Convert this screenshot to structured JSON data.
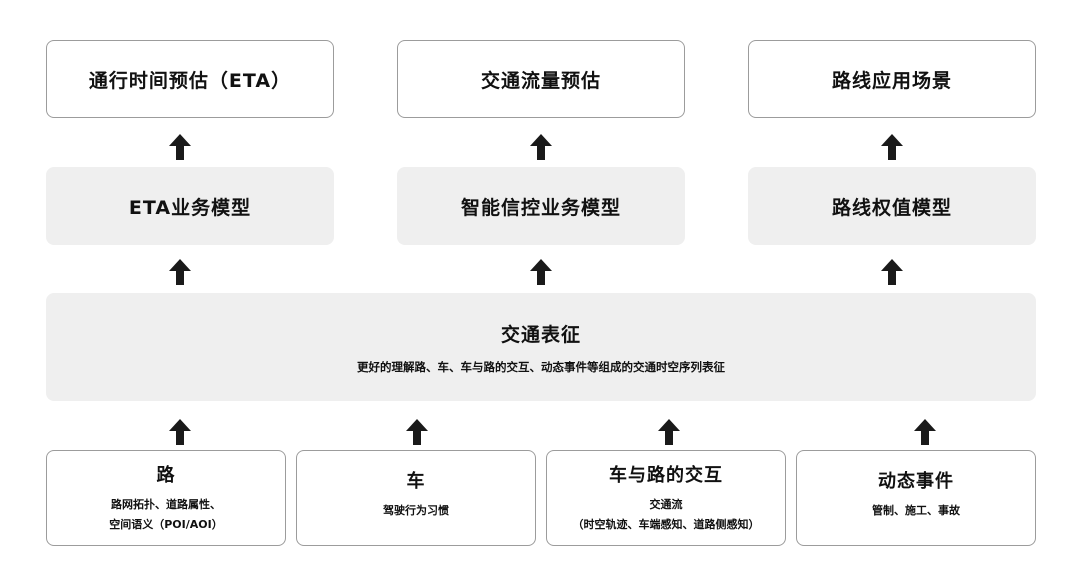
{
  "outputs": [
    {
      "label": "通行时间预估（ETA）"
    },
    {
      "label": "交通流量预估"
    },
    {
      "label": "路线应用场景"
    }
  ],
  "models": [
    {
      "label": "ETA业务模型"
    },
    {
      "label": "智能信控业务模型"
    },
    {
      "label": "路线权值模型"
    }
  ],
  "core": {
    "title": "交通表征",
    "subtitle": "更好的理解路、车、车与路的交互、动态事件等组成的交通时空序列表征"
  },
  "inputs": [
    {
      "title": "路",
      "lines": [
        "路网拓扑、道路属性、",
        "空间语义（POI/AOI）"
      ]
    },
    {
      "title": "车",
      "lines": [
        "驾驶行为习惯",
        ""
      ]
    },
    {
      "title": "车与路的交互",
      "lines": [
        "交通流",
        "（时空轨迹、车端感知、道路侧感知）"
      ]
    },
    {
      "title": "动态事件",
      "lines": [
        "管制、施工、事故",
        ""
      ]
    }
  ],
  "colors": {
    "box_border": "#9c9c9c",
    "box_fill": "#efefef",
    "arrow": "#1a1a1a",
    "text": "#111111"
  }
}
